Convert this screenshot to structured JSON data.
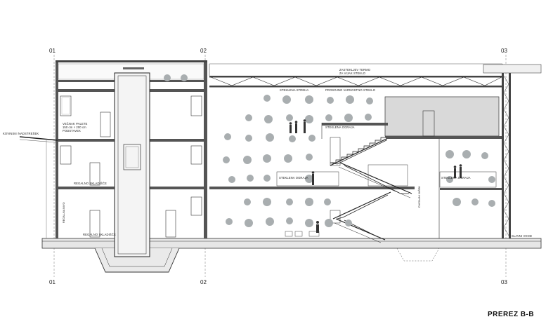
{
  "drawing": {
    "title": "PREREZ B-B",
    "axes": [
      "01",
      "02",
      "03"
    ],
    "labels": {
      "kovinski_nadstresek": "KOVINSKI NADSTREŠEK",
      "vecnak_palete": "VEČNAK PALETE",
      "vecnak_dim": "150 cm × 200 cm",
      "podstavek": "PODSTAVEK",
      "regalno_top": "REGALNO SKLADIŠČE",
      "regalno_bottom": "REGALNO SKLADIŠČE",
      "vertical_note": "REGAL-NA NIVO",
      "steklena_streha": "STEKLENA STREHA",
      "zastekljeno_line1": "ZASTEKLJEV TERMO",
      "zastekljeno_line2": "ZA VIJAK STEKLO",
      "prosojno": "PROSOJNO VARNOSTNO STEKLO",
      "ograja_1": "STEKLENA OGRAJA",
      "ograja_2": "STEKLENA OGRAJA",
      "ograja_3": "STEKLENA OGRAJA",
      "jasek": "DVIGALNI JAŠEK",
      "slavni_vhod": "SLAVNI VHOD"
    }
  }
}
